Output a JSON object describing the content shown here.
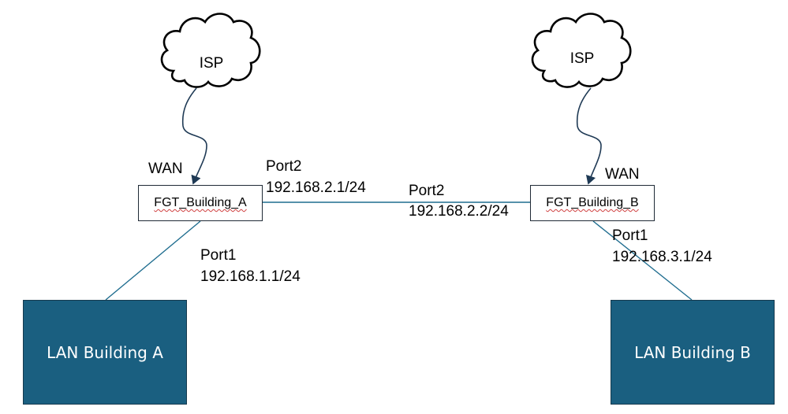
{
  "diagram": {
    "clouds": [
      {
        "id": "isp-a",
        "label": "ISP"
      },
      {
        "id": "isp-b",
        "label": "ISP"
      }
    ],
    "firewalls": [
      {
        "id": "fgt-a",
        "label": "FGT_Building_A"
      },
      {
        "id": "fgt-b",
        "label": "FGT_Building_B"
      }
    ],
    "lans": [
      {
        "id": "lan-a",
        "label": "LAN Building A"
      },
      {
        "id": "lan-b",
        "label": "LAN Building B"
      }
    ],
    "interfaces": {
      "fgt_a_wan": {
        "name": "WAN"
      },
      "fgt_a_port2": {
        "name": "Port2",
        "ip": "192.168.2.1/24"
      },
      "fgt_a_port1": {
        "name": "Port1",
        "ip": "192.168.1.1/24"
      },
      "fgt_b_wan": {
        "name": "WAN"
      },
      "fgt_b_port2": {
        "name": "Port2",
        "ip": "192.168.2.2/24"
      },
      "fgt_b_port1": {
        "name": "Port1",
        "ip": "192.168.3.1/24"
      }
    },
    "colors": {
      "lan_fill": "#1a5f80",
      "link_line": "#1f6d8f",
      "wan_line": "#1f3a55"
    }
  }
}
